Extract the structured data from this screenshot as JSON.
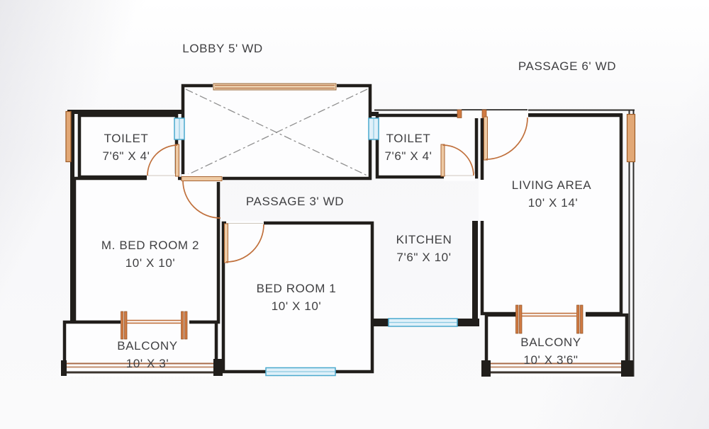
{
  "colors": {
    "wall": "#211e1b",
    "wall_thin": "#2e2c2a",
    "room_fill": "#fdfdfe",
    "door": "#c0703c",
    "door_panel": "#eecaa4",
    "door_edge": "#a86432",
    "door_jamb": "#cf7a42",
    "main_door": "#e2a876",
    "window_stroke": "#4aa9cd",
    "window_fill": "#dff0f9",
    "window_mid": "#8cc9e2",
    "railing_dark": "#a96c49",
    "railing_light": "#c29070",
    "railing_base": "#3b342d",
    "shaft_dash": "#8f8f8f",
    "label": "#3f3f41",
    "louver_fill": "#ecd0ae",
    "louver_line": "#b5744a"
  },
  "areas": {
    "lobby": {
      "label": "LOBBY 5' WD"
    },
    "passage_upper": {
      "label": "PASSAGE 6' WD"
    },
    "passage_inner": {
      "label": "PASSAGE 3' WD"
    },
    "toilet_left": {
      "name": "TOILET",
      "size": "7'6\" X 4'"
    },
    "toilet_mid": {
      "name": "TOILET",
      "size": "7'6\" X 4'"
    },
    "living": {
      "name": "LIVING AREA",
      "size": "10' X 14'"
    },
    "master_bedroom": {
      "name": "M. BED ROOM 2",
      "size": "10' X 10'"
    },
    "bedroom1": {
      "name": "BED ROOM 1",
      "size": "10' X 10'"
    },
    "kitchen": {
      "name": "KITCHEN",
      "size": "7'6\" X 10'"
    },
    "balcony_left": {
      "name": "BALCONY",
      "size": "10' X 3'"
    },
    "balcony_right": {
      "name": "BALCONY",
      "size": "10' X 3'6\""
    }
  }
}
